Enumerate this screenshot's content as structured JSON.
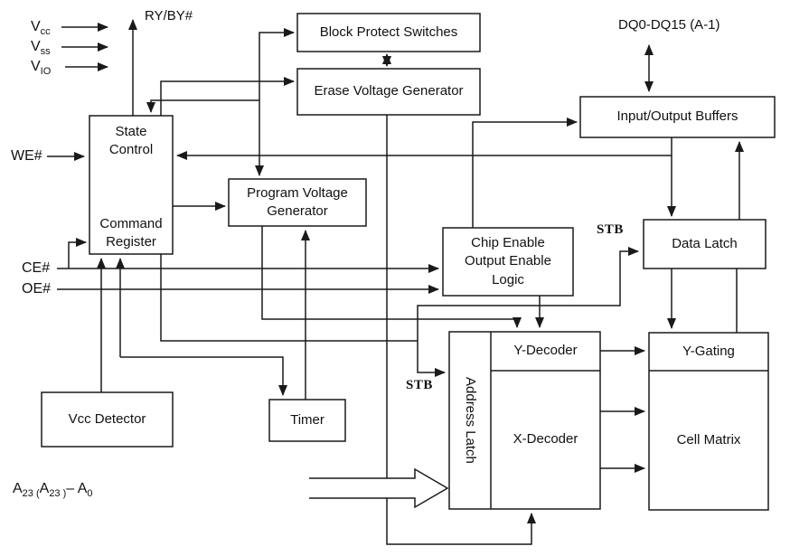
{
  "diagram": {
    "pins": {
      "vcc": {
        "base": "V",
        "sub": "cc"
      },
      "vss": {
        "base": "V",
        "sub": "ss"
      },
      "vio": {
        "base": "V",
        "sub": "IO"
      },
      "we": "WE#",
      "ce": "CE#",
      "oe": "OE#",
      "ryby": "RY/BY#",
      "dq": "DQ0-DQ15 (A-1)",
      "addr": {
        "a1": "A",
        "a1s": "23 (",
        "a2": "A",
        "a2s": "23 )",
        "a3": "– A",
        "a3s": "0"
      }
    },
    "blocks": {
      "block_protect_switches": "Block Protect Switches",
      "erase_voltage_generator": "Erase Voltage Generator",
      "io_buffers": "Input/Output Buffers",
      "state_control": "State Control",
      "command_register": "Command Register",
      "program_voltage_generator": "Program Voltage Generator",
      "chip_enable_logic": "Chip Enable Output Enable Logic",
      "data_latch": "Data Latch",
      "address_latch": "Address Latch",
      "y_decoder": "Y-Decoder",
      "x_decoder": "X-Decoder",
      "y_gating": "Y-Gating",
      "cell_matrix": "Cell Matrix",
      "vcc_detector": "Vcc Detector",
      "timer": "Timer"
    },
    "signals": {
      "stb": "STB"
    },
    "colors": {
      "line": "#1a1a1a",
      "box_fill": "#ffffff",
      "background": "#ffffff"
    }
  }
}
